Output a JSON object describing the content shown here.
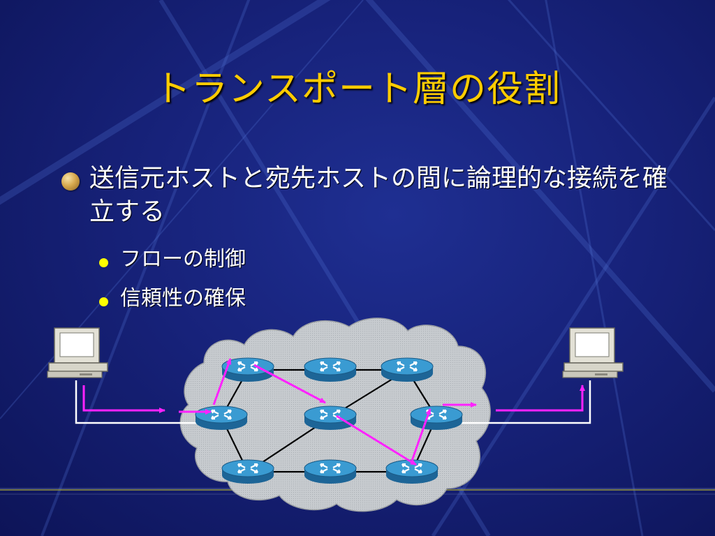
{
  "slide": {
    "title": "トランスポート層の役割",
    "bullet": "送信元ホストと宛先ホストの間に論理的な接続を確立する",
    "sub_bullets": [
      "フローの制御",
      "信頼性の確保"
    ]
  },
  "colors": {
    "background": "#17227a",
    "title": "#ffcc00",
    "text": "#ffffff",
    "sub_bullet_dot": "#ffff00",
    "cloud": "#c8ccd0",
    "router_top": "#2f8fc8",
    "router_side": "#1e6a9c",
    "path_arrow": "#ff22ff",
    "link": "#000000"
  },
  "diagram": {
    "hosts": [
      "source-host",
      "destination-host"
    ],
    "routers": 9,
    "icons": [
      "computer-icon",
      "router-icon",
      "network-cloud"
    ]
  }
}
